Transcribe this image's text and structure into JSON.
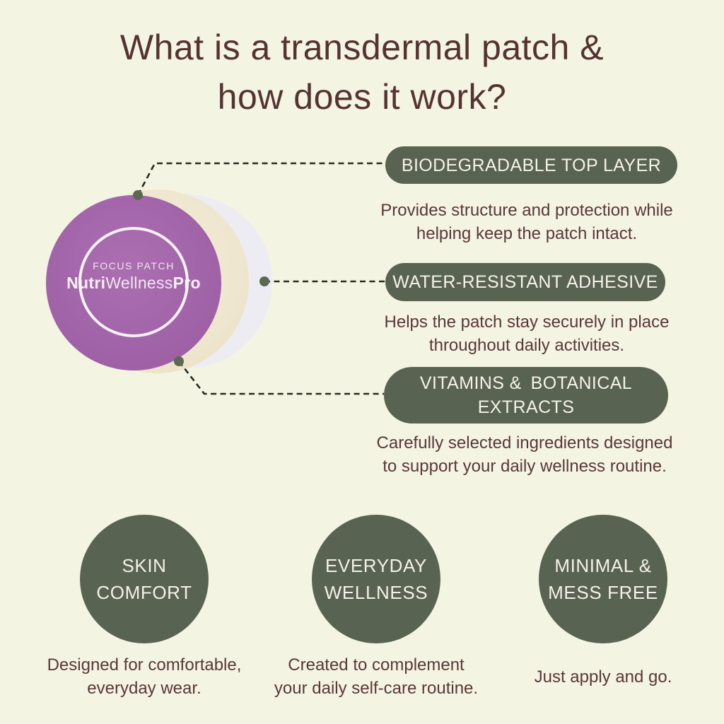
{
  "title": {
    "lines": [
      "What is a transdermal patch &",
      "how does it work?"
    ]
  },
  "patch": {
    "label_small": "FOCUS PATCH",
    "brand": {
      "part1": "Nutri",
      "part2": "Wellness",
      "part3": "Pro"
    }
  },
  "callouts": [
    {
      "label_lines": [
        "BIODEGRADABLE TOP LAYER"
      ],
      "desc_lines": [
        "Provides structure and protection while",
        "helping keep the patch intact."
      ]
    },
    {
      "label_lines": [
        "WATER-RESISTANT ADHESIVE"
      ],
      "desc_lines": [
        "Helps the patch stay securely in place",
        "throughout daily activities."
      ]
    },
    {
      "label_lines": [
        "VITAMINS & BOTANICAL",
        "EXTRACTS"
      ],
      "desc_lines": [
        "Carefully selected ingredients designed",
        "to support your daily wellness routine."
      ]
    }
  ],
  "features": [
    {
      "circle_lines": [
        "SKIN",
        "COMFORT"
      ],
      "desc_lines": [
        "Designed for comfortable,",
        "everyday wear."
      ]
    },
    {
      "circle_lines": [
        "EVERYDAY",
        "WELLNESS"
      ],
      "desc_lines": [
        "Created to complement",
        "your daily self-care routine."
      ]
    },
    {
      "circle_lines": [
        "MINIMAL &",
        "MESS FREE"
      ],
      "desc_lines": [
        "Just apply and go."
      ]
    }
  ],
  "colors": {
    "background": "#f3f4e2",
    "olive": "#596351",
    "purple": "#a264a9",
    "cream": "#efe6cf",
    "lavender": "#ececf2",
    "maroon_text": "#5a3837",
    "title_text": "#543331",
    "leader_line": "#2b2a20",
    "dot": "#5d6852",
    "pill_text": "#f4f3ea"
  }
}
